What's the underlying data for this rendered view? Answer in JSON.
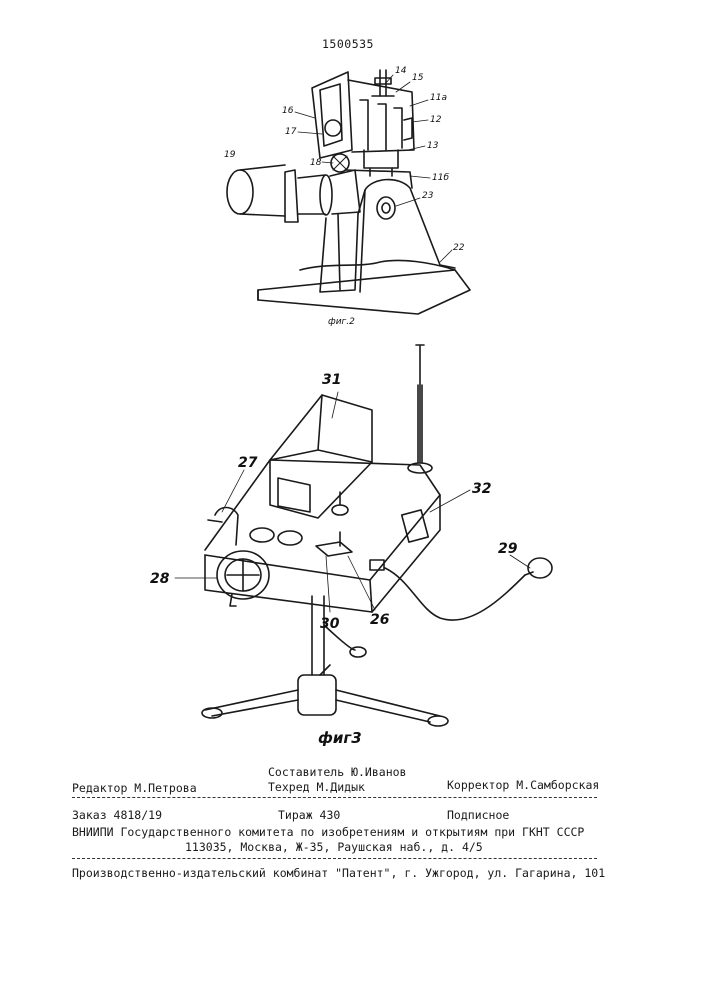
{
  "patent_number": "1500535",
  "fig2": {
    "caption": "фиг.2",
    "labels": [
      "14",
      "15",
      "11а",
      "12",
      "13",
      "11б",
      "16",
      "17",
      "18",
      "19",
      "23",
      "22"
    ]
  },
  "fig3": {
    "caption": "фиг3",
    "labels": [
      "31",
      "27",
      "32",
      "28",
      "29",
      "30",
      "26"
    ]
  },
  "colophon": {
    "editor": "Редактор М.Петрова",
    "compiler": "Составитель Ю.Иванов",
    "techred": "Техред М.Дидык",
    "corrector": "Корректор М.Самборская",
    "order": "Заказ 4818/19",
    "circulation": "Тираж 430",
    "subscription": "Подписное",
    "institute": "ВНИИПИ Государственного комитета по изобретениям и открытиям при ГКНТ СССР",
    "address": "113035, Москва, Ж-35, Раушская наб., д. 4/5",
    "publisher": "Производственно-издательский комбинат \"Патент\", г. Ужгород, ул. Гагарина, 101"
  }
}
